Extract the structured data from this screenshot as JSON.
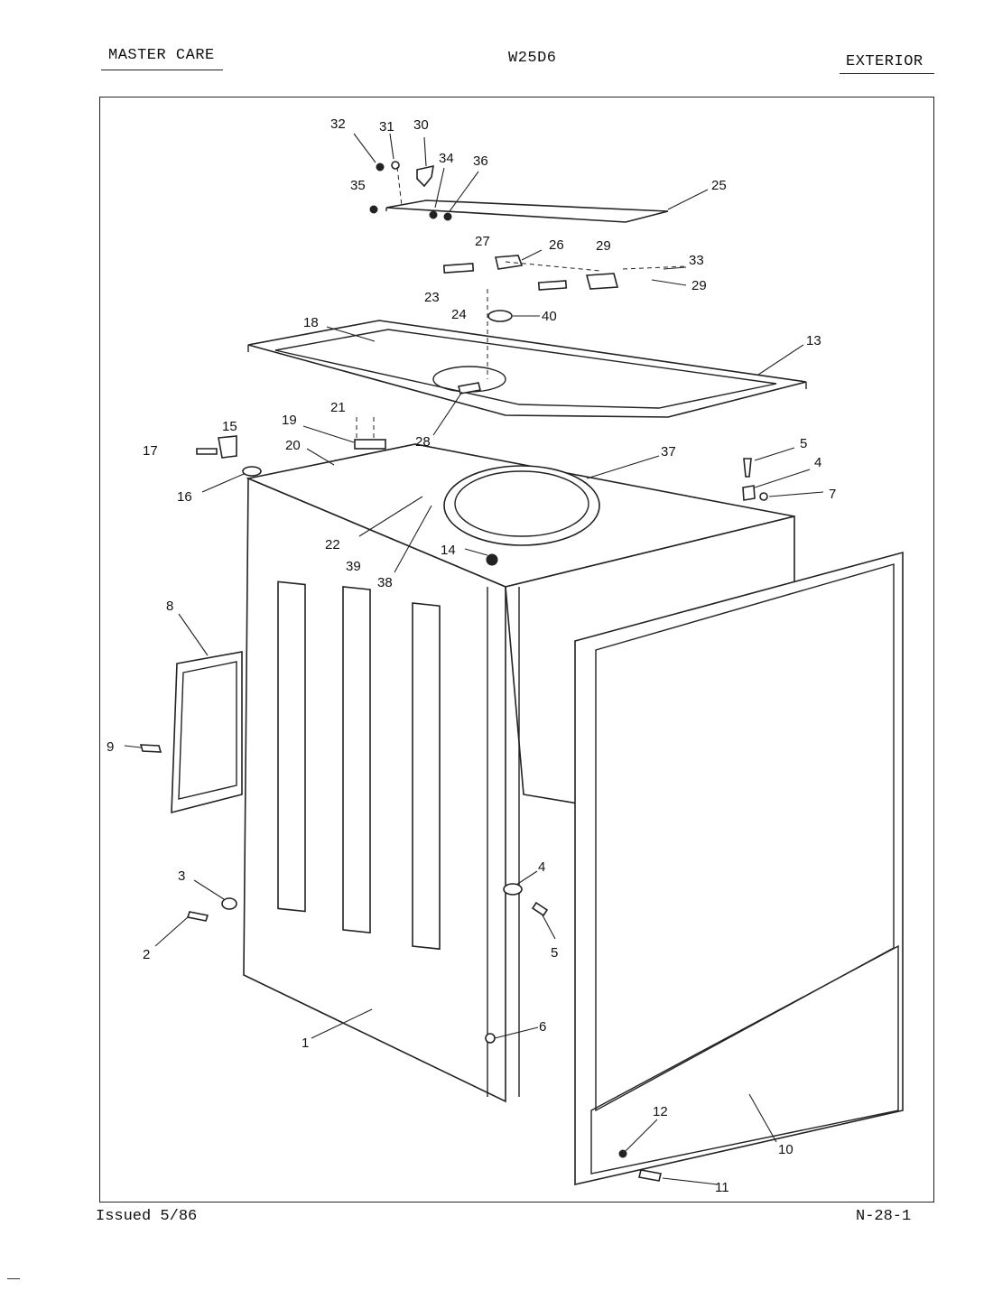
{
  "header": {
    "left": "MASTER CARE",
    "center": "W25D6",
    "right": "EXTERIOR"
  },
  "footer": {
    "issued": "Issued 5/86",
    "page_code": "N-28-1"
  },
  "callouts": [
    {
      "id": "c32",
      "label": "32"
    },
    {
      "id": "c31",
      "label": "31"
    },
    {
      "id": "c30",
      "label": "30"
    },
    {
      "id": "c34",
      "label": "34"
    },
    {
      "id": "c36",
      "label": "36"
    },
    {
      "id": "c35",
      "label": "35"
    },
    {
      "id": "c25",
      "label": "25"
    },
    {
      "id": "c27",
      "label": "27"
    },
    {
      "id": "c26",
      "label": "26"
    },
    {
      "id": "c29a",
      "label": "29"
    },
    {
      "id": "c33",
      "label": "33"
    },
    {
      "id": "c29b",
      "label": "29"
    },
    {
      "id": "c23",
      "label": "23"
    },
    {
      "id": "c24",
      "label": "24"
    },
    {
      "id": "c40",
      "label": "40"
    },
    {
      "id": "c18",
      "label": "18"
    },
    {
      "id": "c13",
      "label": "13"
    },
    {
      "id": "c21",
      "label": "21"
    },
    {
      "id": "c19",
      "label": "19"
    },
    {
      "id": "c28",
      "label": "28"
    },
    {
      "id": "c15",
      "label": "15"
    },
    {
      "id": "c17",
      "label": "17"
    },
    {
      "id": "c20",
      "label": "20"
    },
    {
      "id": "c16",
      "label": "16"
    },
    {
      "id": "c37",
      "label": "37"
    },
    {
      "id": "c5a",
      "label": "5"
    },
    {
      "id": "c4a",
      "label": "4"
    },
    {
      "id": "c7",
      "label": "7"
    },
    {
      "id": "c22",
      "label": "22"
    },
    {
      "id": "c39",
      "label": "39"
    },
    {
      "id": "c38",
      "label": "38"
    },
    {
      "id": "c14",
      "label": "14"
    },
    {
      "id": "c8",
      "label": "8"
    },
    {
      "id": "c9",
      "label": "9"
    },
    {
      "id": "c3",
      "label": "3"
    },
    {
      "id": "c2",
      "label": "2"
    },
    {
      "id": "c4b",
      "label": "4"
    },
    {
      "id": "c5b",
      "label": "5"
    },
    {
      "id": "c6",
      "label": "6"
    },
    {
      "id": "c1",
      "label": "1"
    },
    {
      "id": "c12",
      "label": "12"
    },
    {
      "id": "c10",
      "label": "10"
    },
    {
      "id": "c11",
      "label": "11"
    }
  ]
}
